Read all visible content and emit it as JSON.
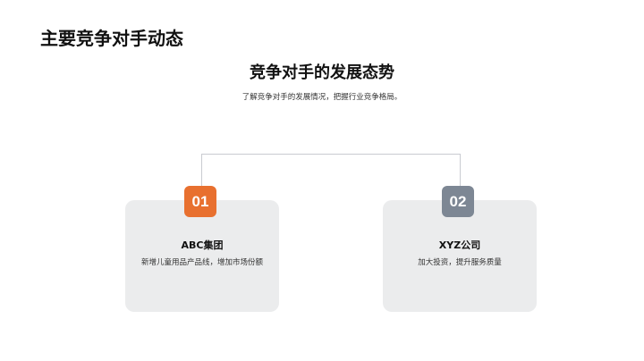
{
  "header": {
    "title": "主要竞争对手动态"
  },
  "section": {
    "heading": "竞争对手的发展态势",
    "description": "了解竞争对手的发展情况，把握行业竞争格局。"
  },
  "colors": {
    "accent_orange": "#e8702f",
    "accent_slate": "#7d8794",
    "card_bg": "#ebeced",
    "connector": "#c9cbd1"
  },
  "competitors": [
    {
      "number": "01",
      "name": "ABC集团",
      "description": "新增儿童用品产品线，增加市场份额",
      "badge_color": "#e8702f"
    },
    {
      "number": "02",
      "name": "XYZ公司",
      "description": "加大投资，提升服务质量",
      "badge_color": "#7d8794"
    }
  ]
}
